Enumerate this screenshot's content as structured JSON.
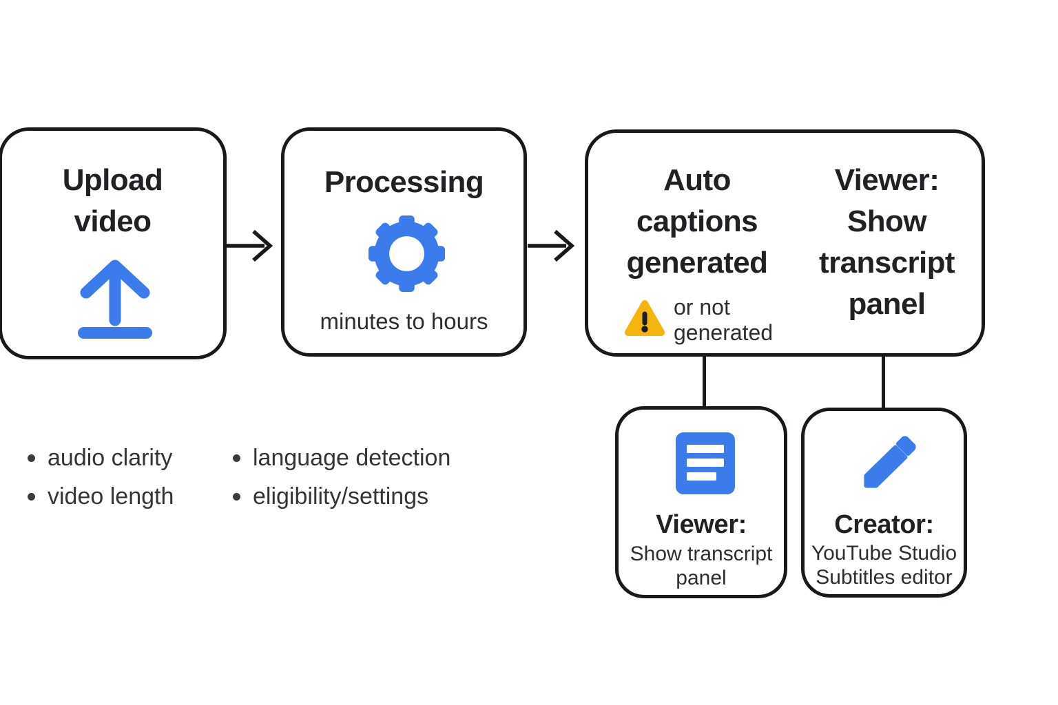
{
  "colors": {
    "accent_blue": "#3C7BEC",
    "warning_yellow": "#F5B50F",
    "warning_ink": "#1B1E26",
    "line_black": "#17191C",
    "heading_ink": "#1F2124",
    "body_ink": "#2C2E31"
  },
  "icons": {
    "upload": "upload-arrow-icon",
    "processing": "gear-icon",
    "warning": "warning-triangle-icon",
    "viewer": "transcript-document-icon",
    "creator": "pencil-icon"
  },
  "steps": {
    "upload": {
      "line1": "Upload",
      "line2": "video"
    },
    "processing": {
      "title": "Processing",
      "duration_note": "minutes to hours"
    },
    "captions": {
      "result_lines": [
        "Auto",
        "captions",
        "generated"
      ],
      "fallback_line1": "or not",
      "fallback_line2": "generated",
      "viewer_lines": [
        "Viewer:",
        "Show",
        "transcript",
        "panel"
      ]
    }
  },
  "outcomes": {
    "viewer": {
      "role": "Viewer:",
      "desc_line1": "Show transcript",
      "desc_line2": "panel"
    },
    "creator": {
      "role": "Creator:",
      "desc_line1": "YouTube Studio",
      "desc_line2": "Subtitles editor"
    }
  },
  "factors": {
    "col1": [
      "audio clarity",
      "video length"
    ],
    "col2": [
      "language detection",
      "eligibility/settings"
    ]
  }
}
